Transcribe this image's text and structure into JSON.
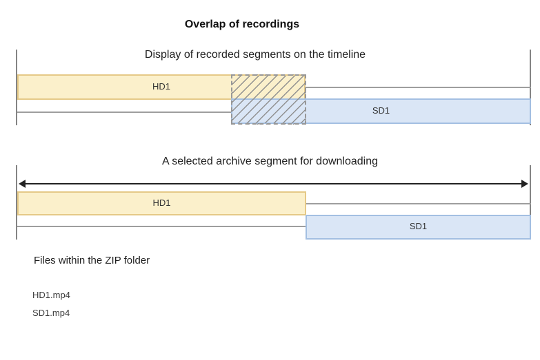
{
  "page": {
    "title": "Overlap of recordings"
  },
  "diagram_overlap": {
    "subtitle": "Display of recorded segments on the timeline",
    "hd_label": "HD1",
    "sd_label": "SD1",
    "overlap_shown_as": "hatched-dashed-rectangle"
  },
  "diagram_selected": {
    "subtitle": "A selected archive segment for downloading",
    "hd_label": "HD1",
    "sd_label": "SD1"
  },
  "zip_section": {
    "heading": "Files within the ZIP folder",
    "files": [
      "HD1.mp4",
      "SD1.mp4"
    ]
  },
  "colors": {
    "hd_fill": "#FBF0CB",
    "hd_border": "#E5C987",
    "sd_fill": "#DAE6F6",
    "sd_border": "#A3BFE2",
    "track": "#9E9E9E",
    "frame": "#848484",
    "hatch": "#8F8F8F",
    "arrow": "#222222"
  }
}
